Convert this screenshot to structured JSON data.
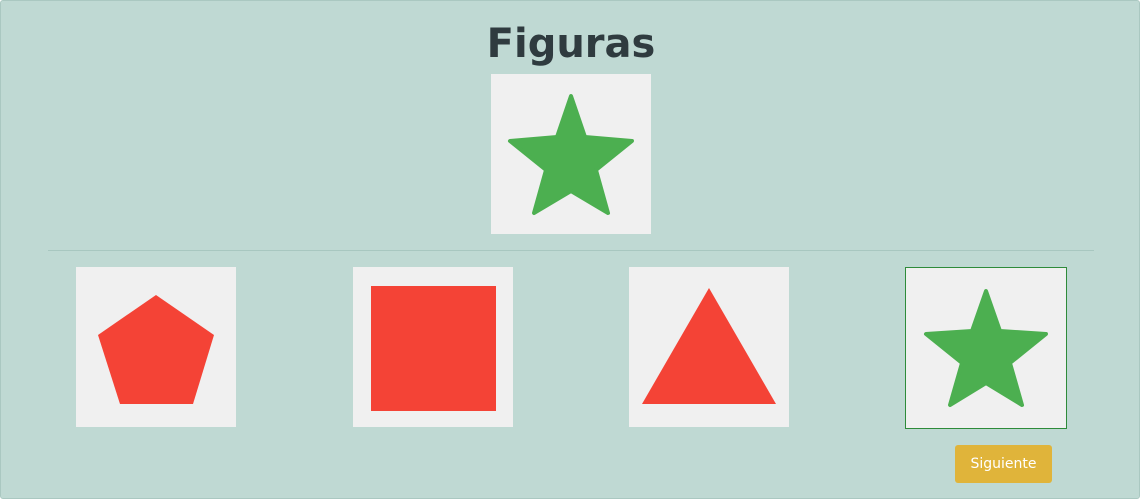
{
  "game": {
    "title": "Figuras",
    "target": {
      "shape": "star",
      "color": "#4caf50"
    },
    "options": [
      {
        "shape": "pentagon",
        "color": "#f44336",
        "selected": false
      },
      {
        "shape": "square",
        "color": "#f44336",
        "selected": false
      },
      {
        "shape": "triangle",
        "color": "#f44336",
        "selected": false
      },
      {
        "shape": "star",
        "color": "#4caf50",
        "selected": true
      }
    ],
    "next_label": "Siguiente"
  },
  "colors": {
    "background": "#bfd9d3",
    "card": "#f0f0f0",
    "selected_border": "#2e8b3a",
    "button": "#e0b43a"
  }
}
